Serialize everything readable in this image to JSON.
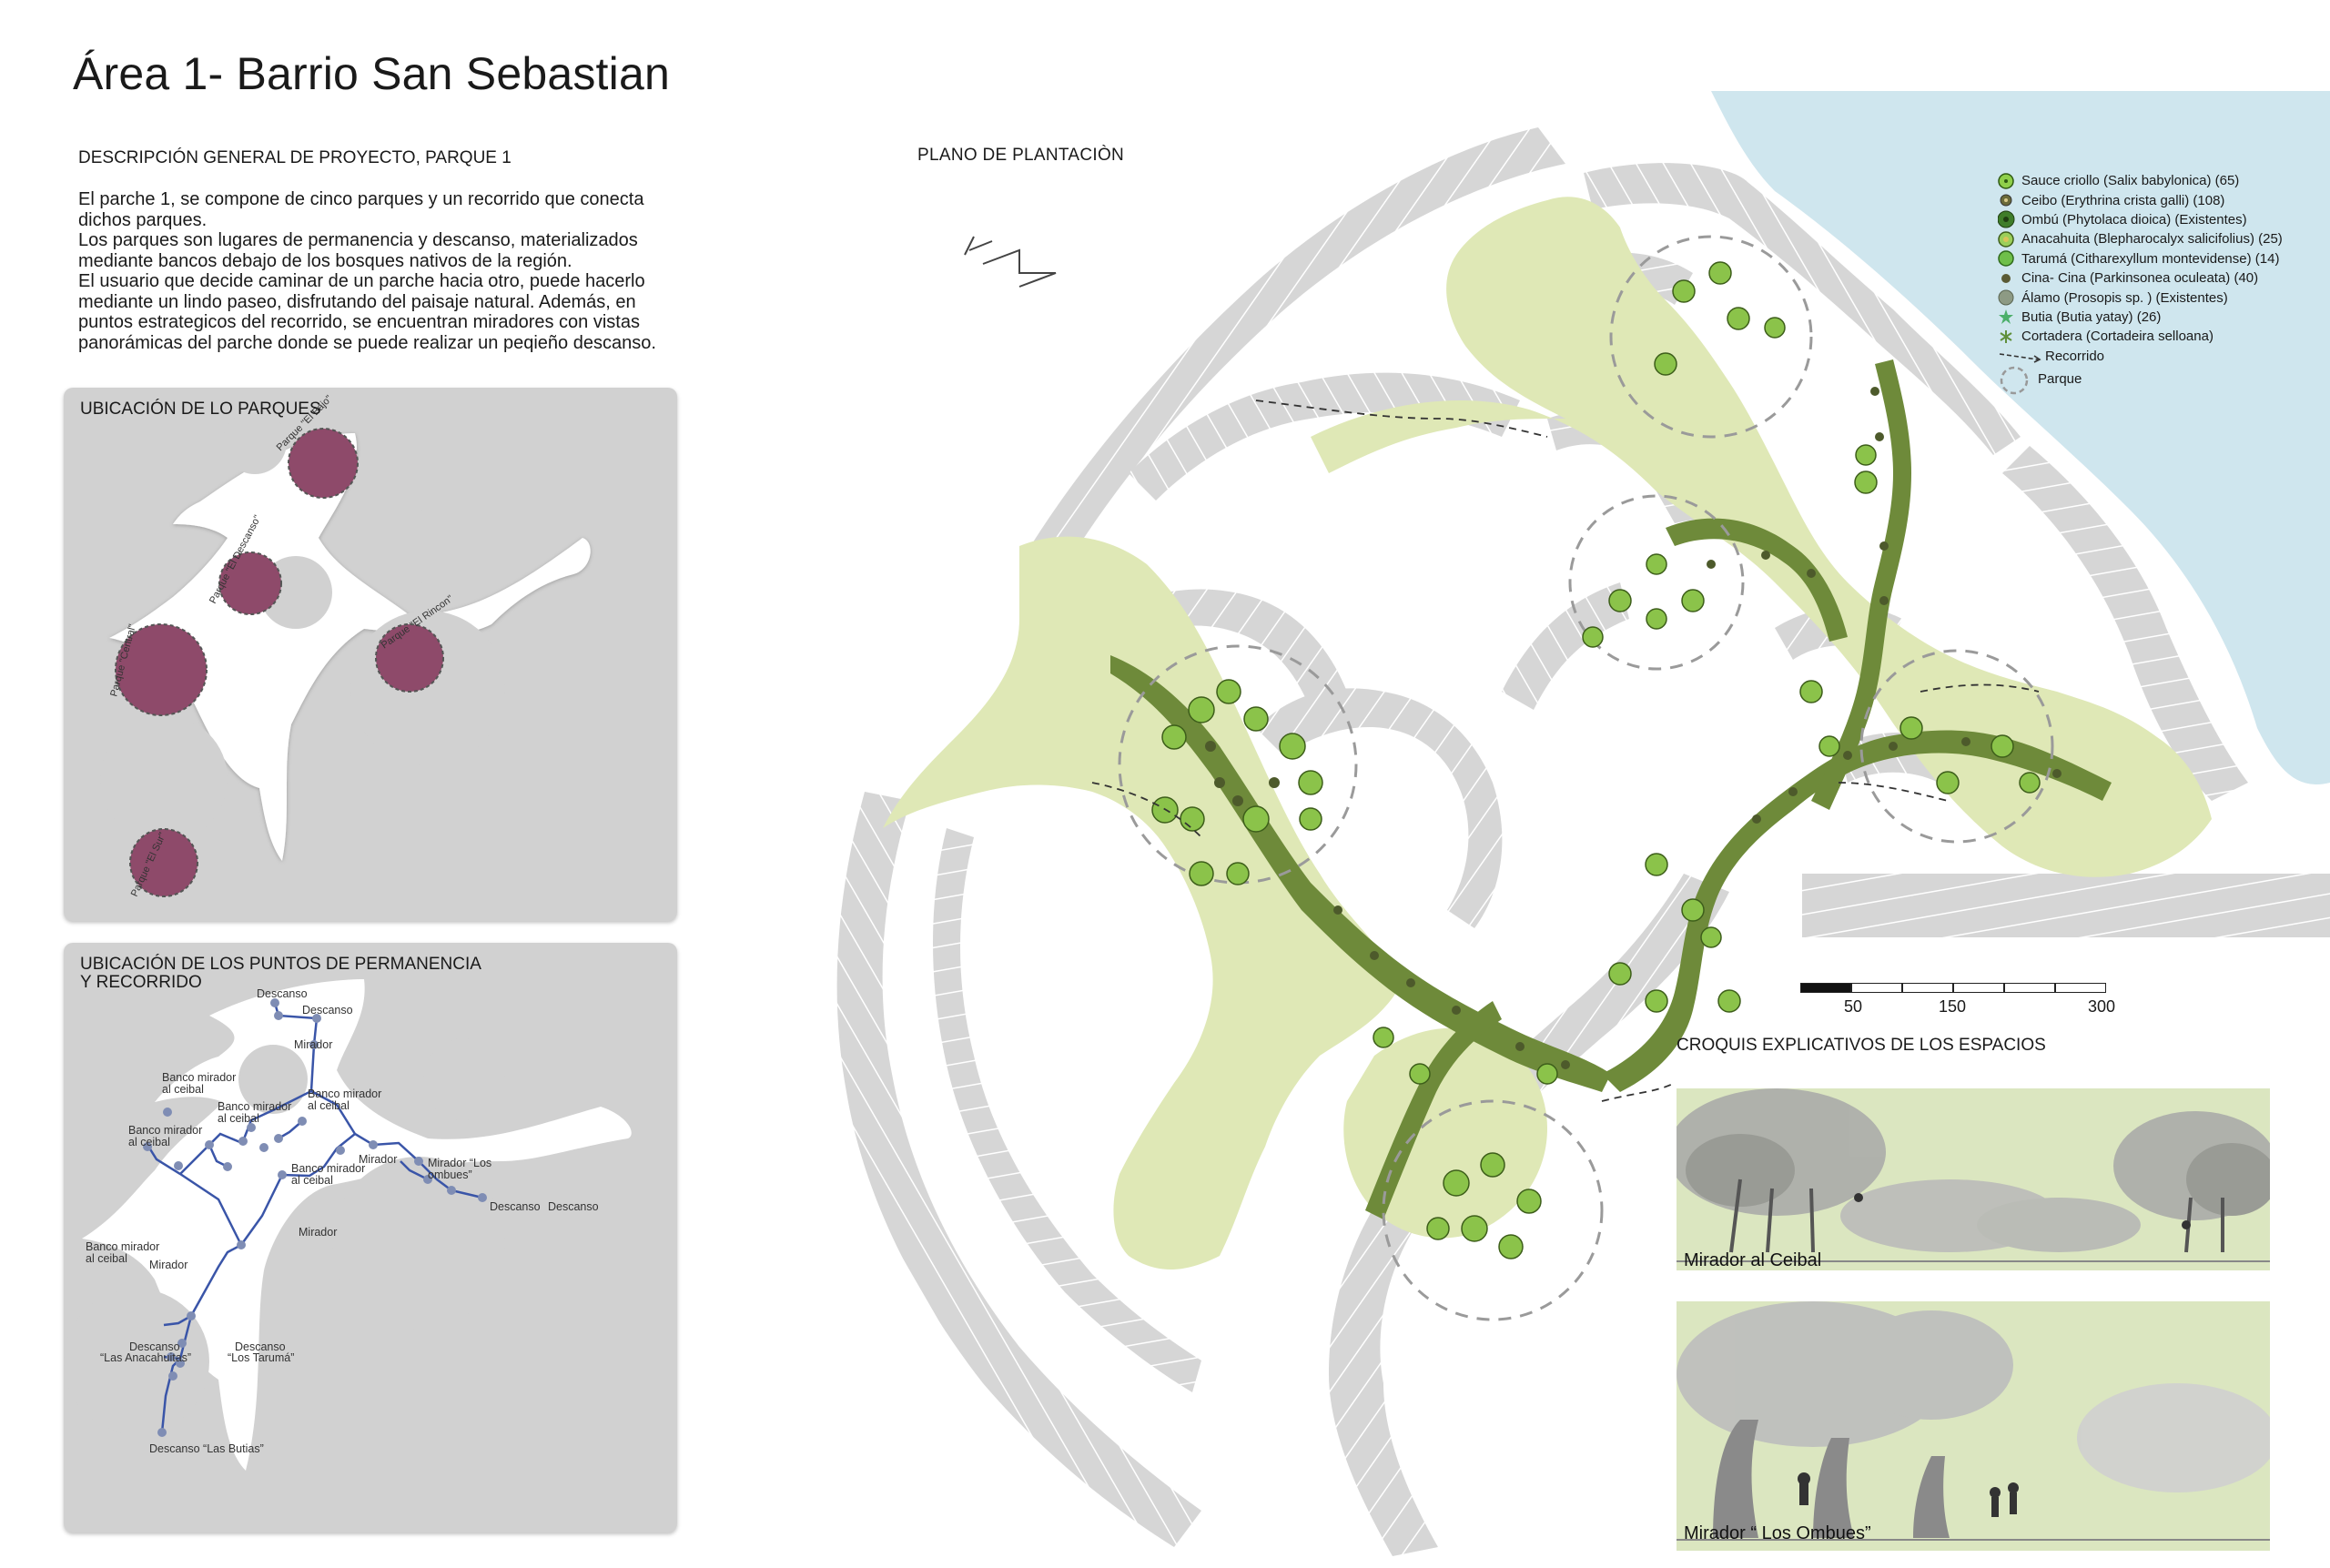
{
  "header": {
    "title": "Área 1- Barrio San Sebastian"
  },
  "description": {
    "heading": "DESCRIPCIÓN GENERAL DE PROYECTO,  PARQUE 1",
    "lines": [
      " El parche 1, se compone de cinco parques y un recorrido que conecta",
      "dichos parques.",
      "Los parques son lugares de permanencia y descanso, materializados",
      "mediante bancos debajo de los bosques nativos de la región.",
      " El usuario que  decide  caminar de un parche hacia otro, puede hacerlo",
      "mediante un lindo paseo, disfrutando del paisaje natural. Además, en",
      "puntos estrategicos del recorrido, se encuentran miradores con vistas",
      "panorámicas del parche donde se puede realizar un peqieño descanso."
    ]
  },
  "panel_parks": {
    "heading": "UBICACIÓN DE LO PARQUES",
    "parks": [
      {
        "label": "Parque \"El Bajo\""
      },
      {
        "label": "Parque \"El Descanso\""
      },
      {
        "label": "Parque \"Central\""
      },
      {
        "label": "Parque \"El Rincon\""
      },
      {
        "label": "Parque \"El Sur\""
      }
    ],
    "colors": {
      "park": "#8e4a6a",
      "path": "#ffffff",
      "panel": "#d1d1d1"
    }
  },
  "panel_points": {
    "heading_line1": "UBICACIÓN DE LOS PUNTOS DE PERMANENCIA",
    "heading_line2": "Y RECORRIDO",
    "labels": [
      "Descanso",
      "Descanso",
      "Mirador",
      "Banco mirador",
      "al ceibal",
      "Banco mirador",
      "al ceibal",
      "Banco mirador",
      "al ceibal",
      "Mirador",
      "Mirador “Los",
      "ombues”",
      "Banco mirador",
      "al ceibal",
      "Banco mirador",
      "al ceibal",
      "Banco mirador",
      "al ceibal",
      "Mirador",
      "Descanso",
      "Descanso",
      "Mirador",
      "Descanso",
      "“Las Anacahuitas”",
      "Descanso",
      "“Los Tarumá”",
      "Descanso “Las Butias”"
    ],
    "colors": {
      "route": "#3a55a8",
      "node": "#7f8db4"
    }
  },
  "plan": {
    "heading": "PLANO DE PLANTACIÒN",
    "colors": {
      "lots": "#d6d6d6",
      "park_light": "#dfe8b6",
      "corridor": "#6e8a3a",
      "water": "#cfe6ee",
      "tree": "#8bc34a"
    }
  },
  "legend": {
    "items": [
      {
        "label": "Sauce criollo (Salix babylonica) (65)",
        "icon": "sauce-icon",
        "color": "#8fcf4a"
      },
      {
        "label": "Ceibo (Erythrina crista galli) (108)",
        "icon": "ceibo-icon",
        "color": "#6b6a3a"
      },
      {
        "label": "Ombú (Phytolaca dioica) (Existentes)",
        "icon": "ombu-icon",
        "color": "#3f7d2a"
      },
      {
        "label": "Anacahuita (Blepharocalyx salicifolius) (25)",
        "icon": "anacahuita-icon",
        "color": "#9bcf5a"
      },
      {
        "label": "Tarumá (Citharexyllum montevidense) (14)",
        "icon": "taruma-icon",
        "color": "#6fbf4a"
      },
      {
        "label": "Cina- Cina (Parkinsonea oculeata) (40)",
        "icon": "cina-icon",
        "color": "#5a5a34"
      },
      {
        "label": "Álamo (Prosopis sp. ) (Existentes)",
        "icon": "alamo-icon",
        "color": "#8d9a84"
      },
      {
        "label": "Butia (Butia yatay) (26)",
        "icon": "butia-icon",
        "color": "#4caf6a"
      },
      {
        "label": "Cortadera (Cortadeira selloana)",
        "icon": "cortadera-icon",
        "color": "#5f8f3a"
      },
      {
        "label": "Recorrido",
        "icon": "recorrido-icon",
        "color": "#333333"
      },
      {
        "label": "Parque",
        "icon": "parque-icon",
        "color": "#999999"
      }
    ]
  },
  "scale": {
    "labels": [
      "50",
      "150",
      "300"
    ]
  },
  "sketches": {
    "heading": "CROQUIS EXPLICATIVOS DE LOS ESPACIOS",
    "items": [
      {
        "caption": "Mirador al Ceibal"
      },
      {
        "caption": "Mirador “ Los Ombues”"
      }
    ]
  }
}
